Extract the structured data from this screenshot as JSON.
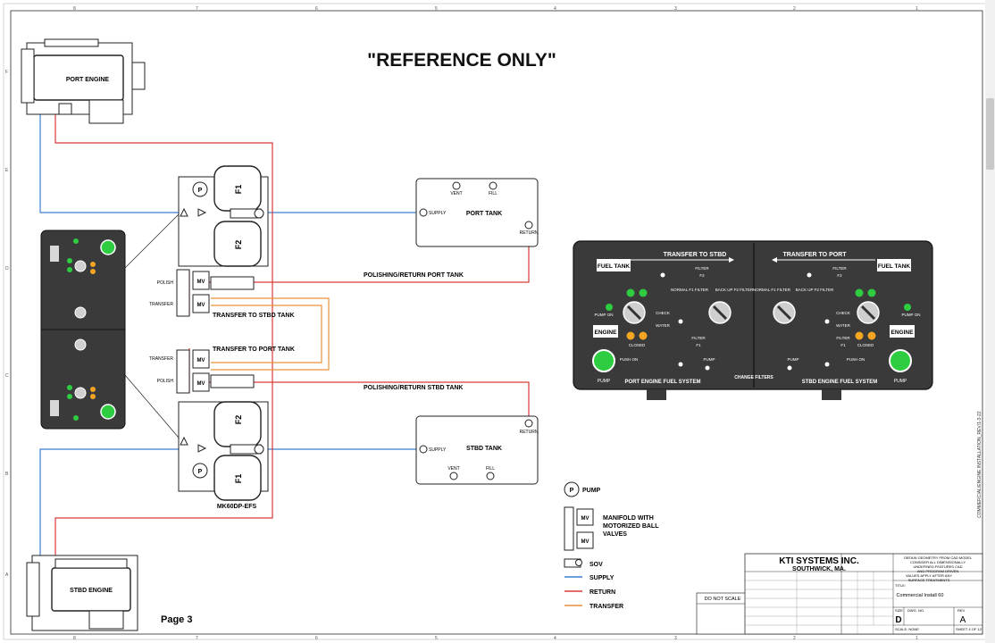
{
  "title": "\"REFERENCE ONLY\"",
  "page_label": "Page 3",
  "zone_letters": [
    "F",
    "E",
    "D",
    "C",
    "B",
    "A"
  ],
  "zone_numbers": [
    "8",
    "7",
    "6",
    "5",
    "4",
    "3",
    "2",
    "1"
  ],
  "side_note": "COMMERCIAL/ENGINE INSTALLATION_REV/1-3-22",
  "engines": {
    "port": "PORT ENGINE",
    "stbd": "STBD ENGINE"
  },
  "tanks": {
    "port": {
      "title": "PORT TANK",
      "vent": "VENT",
      "fill": "FILL",
      "supply": "SUPPLY",
      "return": "RETURN"
    },
    "stbd": {
      "title": "STBD TANK",
      "vent": "VENT",
      "fill": "FILL",
      "supply": "SUPPLY",
      "return": "RETURN"
    }
  },
  "filters": {
    "f1": "F1",
    "f2": "F2",
    "p": "P",
    "model": "MK60DP-EFS"
  },
  "manifold": {
    "mv": "MV",
    "polish": "POLISH",
    "transfer": "TRANSFER",
    "transfer_to_stbd": "TRANSFER TO STBD TANK",
    "transfer_to_port": "TRANSFER TO PORT TANK",
    "polish_return_port": "POLISHING/RETURN PORT TANK",
    "polish_return_stbd": "POLISHING/RETURN STBD TANK"
  },
  "panel": {
    "left_header": "TRANSFER TO STBD",
    "right_header": "TRANSFER TO PORT",
    "fuel_tank": "FUEL TANK",
    "engine": "ENGINE",
    "pump": "PUMP",
    "pump_on": "PUMP ON",
    "push_on": "PUSH ON",
    "filter": "FILTER",
    "water": "WATER",
    "check": "CHECK",
    "closed": "CLOSED",
    "normal_f1": "NORMAL F1 FILTER",
    "backup_f2": "BACK UP F2 FILTER",
    "f1": "F1",
    "f2": "F2",
    "port_caption": "PORT ENGINE FUEL SYSTEM",
    "stbd_caption": "STBD ENGINE FUEL SYSTEM",
    "change_filters": "CHANGE FILTERS"
  },
  "legend": {
    "pump_symbol": "P",
    "pump": "PUMP",
    "manifold_line1": "MANIFOLD WITH",
    "manifold_line2": "MOTORIZED BALL",
    "manifold_line3": "VALVES",
    "mv": "MV",
    "sov": "SOV",
    "supply": "SUPPLY",
    "return": "RETURN",
    "transfer": "TRANSFER"
  },
  "colors": {
    "supply": "#3b7fd0",
    "return": "#d83a3a",
    "transfer": "#e8913a",
    "panel": "#3a3a3a",
    "green": "#2ecc40",
    "amber": "#f5a623"
  },
  "title_block": {
    "company": "KTI SYSTEMS INC.",
    "location": "SOUTHWICK, MA.",
    "note1": "OBTAIN GEOMETRY FROM CAD MODEL",
    "note2": "CONSIDER ALL DIMENSIONALLY",
    "note3": "UNDEFINED FEATURES CAD",
    "note4": "AND PROGRAM DRIVEN",
    "values_note1": "VALUES APPLY AFTER ANY",
    "values_note2": "SURFACE TREATMENTS",
    "title_label": "TITLE:",
    "drawing_title": "Commercial Install 60",
    "do_not_scale": "DO NOT SCALE",
    "size_label": "SIZE",
    "size": "D",
    "dwg_label": "DWG. NO.",
    "rev_label": "REV",
    "rev": "A",
    "scale": "SCALE: NONE",
    "sheet": "SHEET 4 OF 12"
  }
}
